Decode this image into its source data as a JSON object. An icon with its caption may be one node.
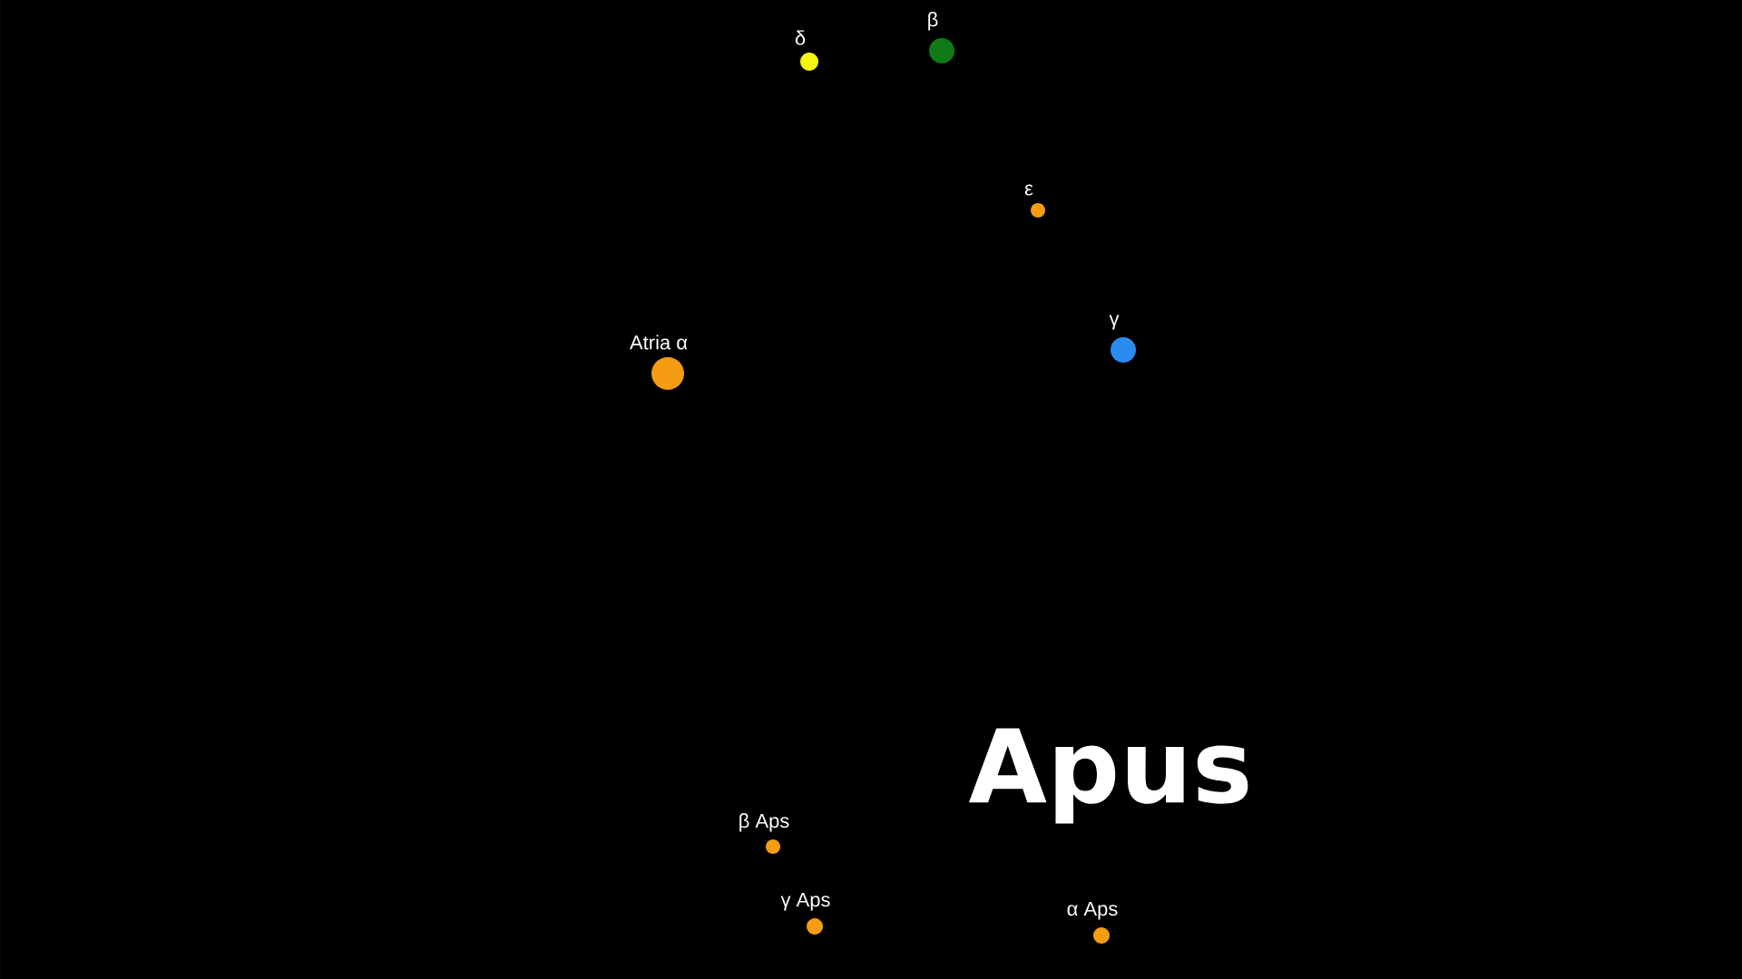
{
  "diagram": {
    "title": "Apus",
    "nodes": [
      {
        "text": [
          "δ"
        ]
      },
      {
        "text": [
          "β"
        ]
      },
      {
        "text": [
          "ε"
        ]
      },
      {
        "text": [
          "γ"
        ]
      },
      {
        "text": [
          "Atria α"
        ]
      },
      {
        "text": [
          "β Aps"
        ]
      },
      {
        "text": [
          "γ Aps"
        ]
      },
      {
        "text": [
          "α Aps"
        ]
      }
    ]
  }
}
